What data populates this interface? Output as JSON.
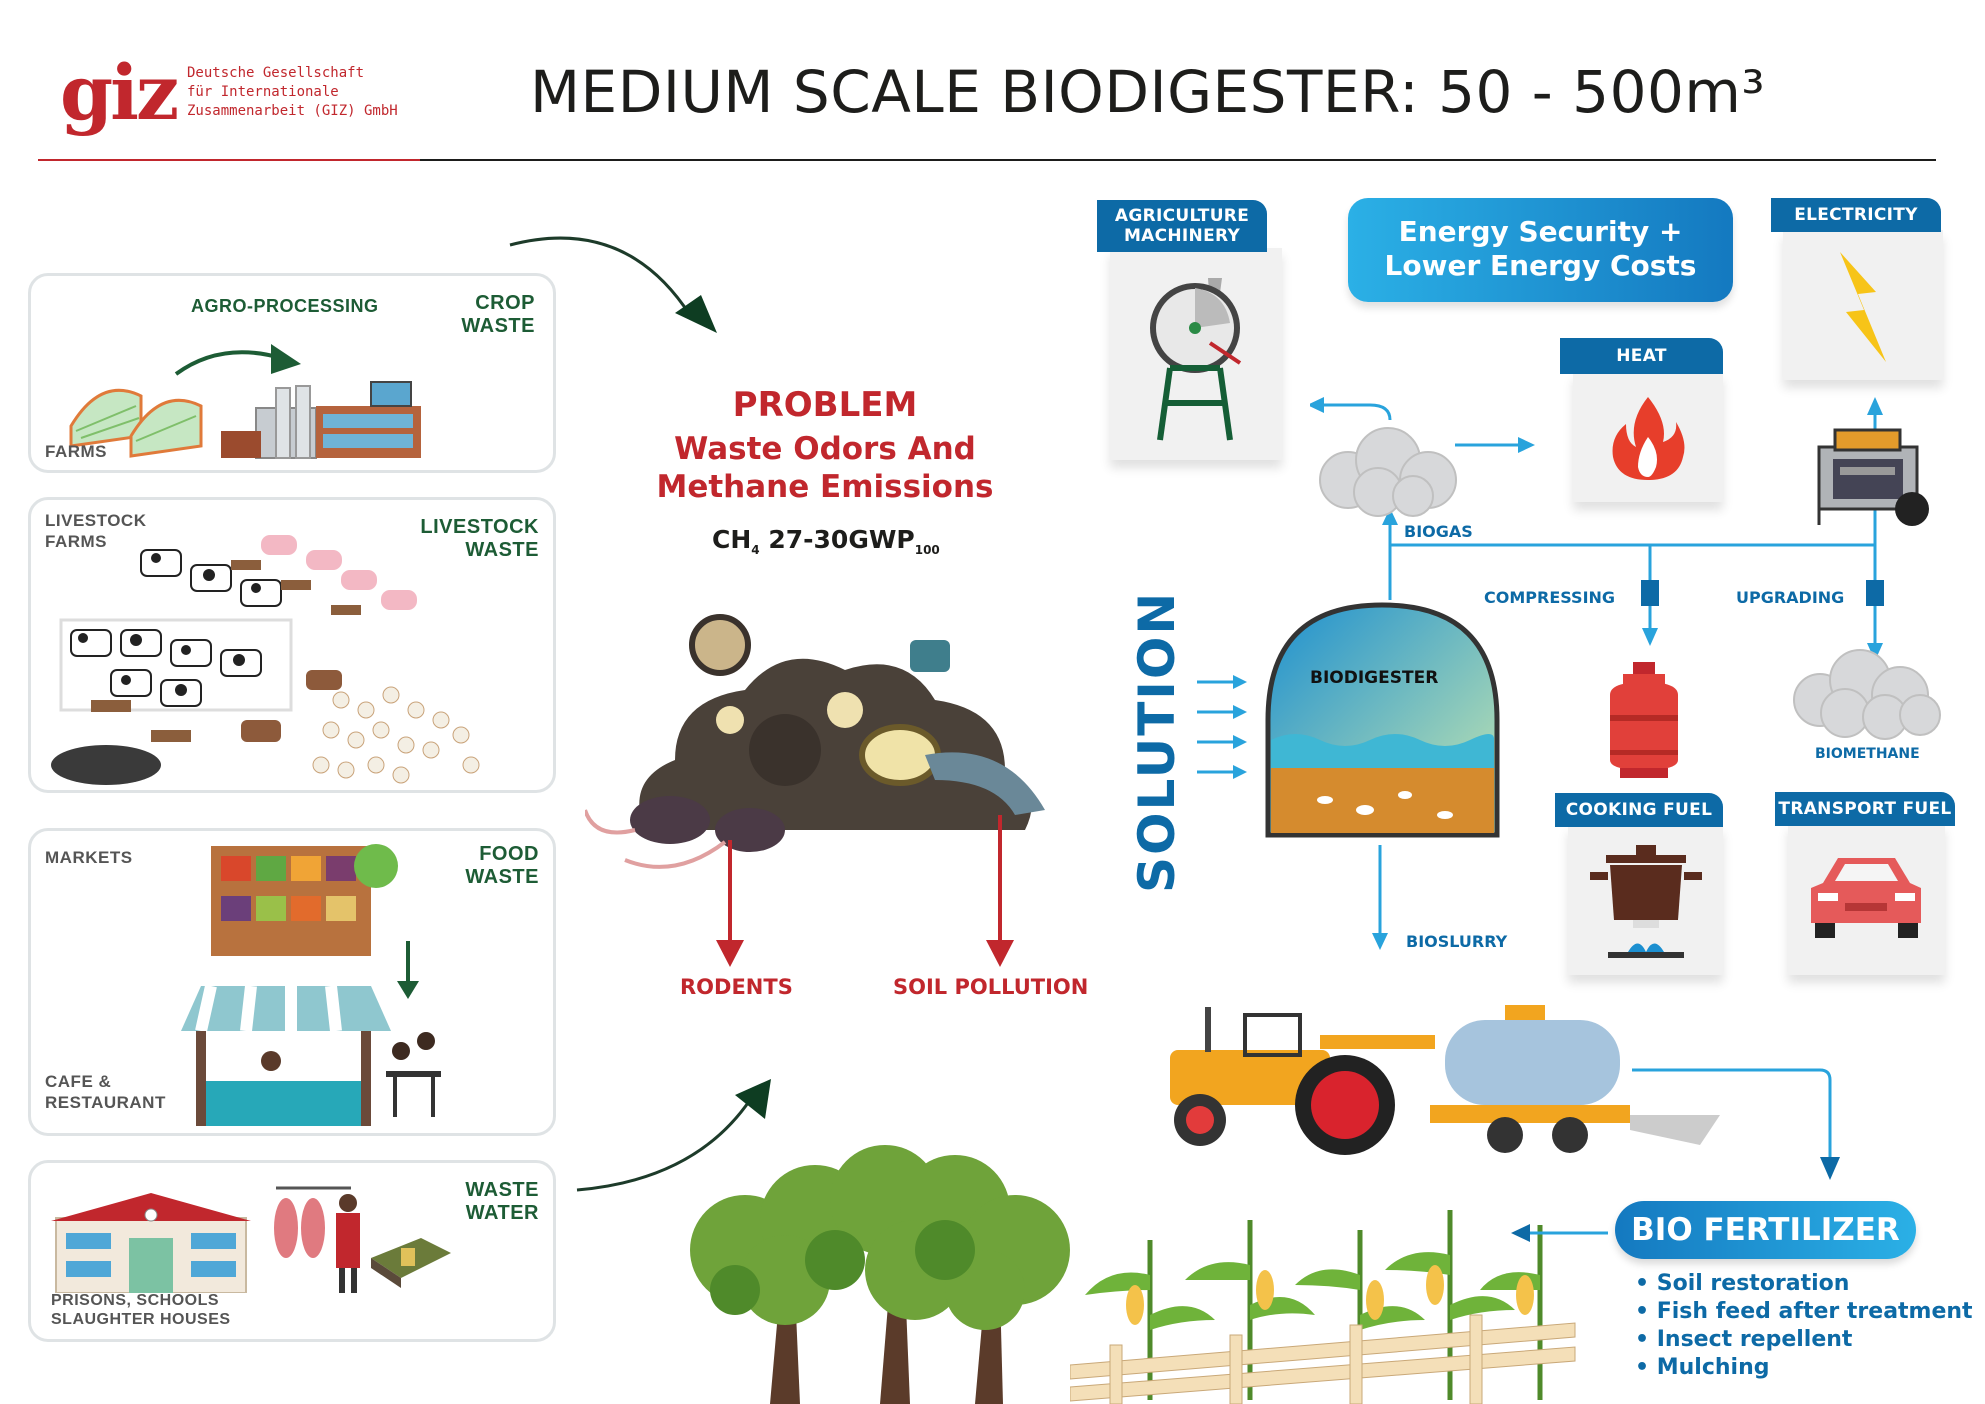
{
  "header": {
    "logo": "giz",
    "org_name_lines": [
      "Deutsche Gesellschaft",
      "für Internationale",
      "Zusammenarbeit (GIZ) GmbH"
    ],
    "title": "MEDIUM SCALE BIODIGESTER: 50 - 500m³"
  },
  "sources": {
    "crop": {
      "process_label": "AGRO-PROCESSING",
      "source_label": "FARMS",
      "waste_label_lines": [
        "CROP",
        "WASTE"
      ]
    },
    "livestock": {
      "source_label_lines": [
        "LIVESTOCK",
        "FARMS"
      ],
      "waste_label_lines": [
        "LIVESTOCK",
        "WASTE"
      ]
    },
    "food": {
      "source_label": "MARKETS",
      "source2_label_lines": [
        "CAFE &",
        "RESTAURANT"
      ],
      "waste_label_lines": [
        "FOOD",
        "WASTE"
      ]
    },
    "water": {
      "source_label_lines": [
        "PRISONS, SCHOOLS",
        "SLAUGHTER HOUSES"
      ],
      "waste_label_lines": [
        "WASTE",
        "WATER"
      ]
    }
  },
  "problem": {
    "heading": "PROBLEM",
    "subtitle_lines": [
      "Waste Odors And",
      "Methane Emissions"
    ],
    "ghg": {
      "formula": "CH",
      "formula_sub": "4",
      "value": "27-30GWP",
      "value_sub": "100"
    },
    "effects": [
      "RODENTS",
      "SOIL POLLUTION"
    ]
  },
  "solution": {
    "label": "SOLUTION",
    "digester_label": "BIODIGESTER",
    "flows": {
      "biogas": "BIOGAS",
      "bioslurry": "BIOSLURRY",
      "compressing": "COMPRESSING",
      "upgrading": "UPGRADING",
      "biomethane": "BIOMETHANE"
    },
    "benefit_lines": [
      "Energy Security +",
      "Lower Energy Costs"
    ],
    "uses": {
      "agriculture": [
        "AGRICULTURE",
        "MACHINERY"
      ],
      "electricity": "ELECTRICITY",
      "heat": "HEAT",
      "cooking": "COOKING FUEL",
      "transport": "TRANSPORT FUEL"
    }
  },
  "fertilizer": {
    "title": "BIO FERTILIZER",
    "benefits": [
      "Soil restoration",
      "Fish feed after treatment",
      "Insect repellent",
      "Mulching"
    ]
  },
  "colors": {
    "brand_red": "#c1272d",
    "dark_green": "#1d5c35",
    "blue": "#0d6aa6",
    "light_blue": "#29a3dc"
  }
}
